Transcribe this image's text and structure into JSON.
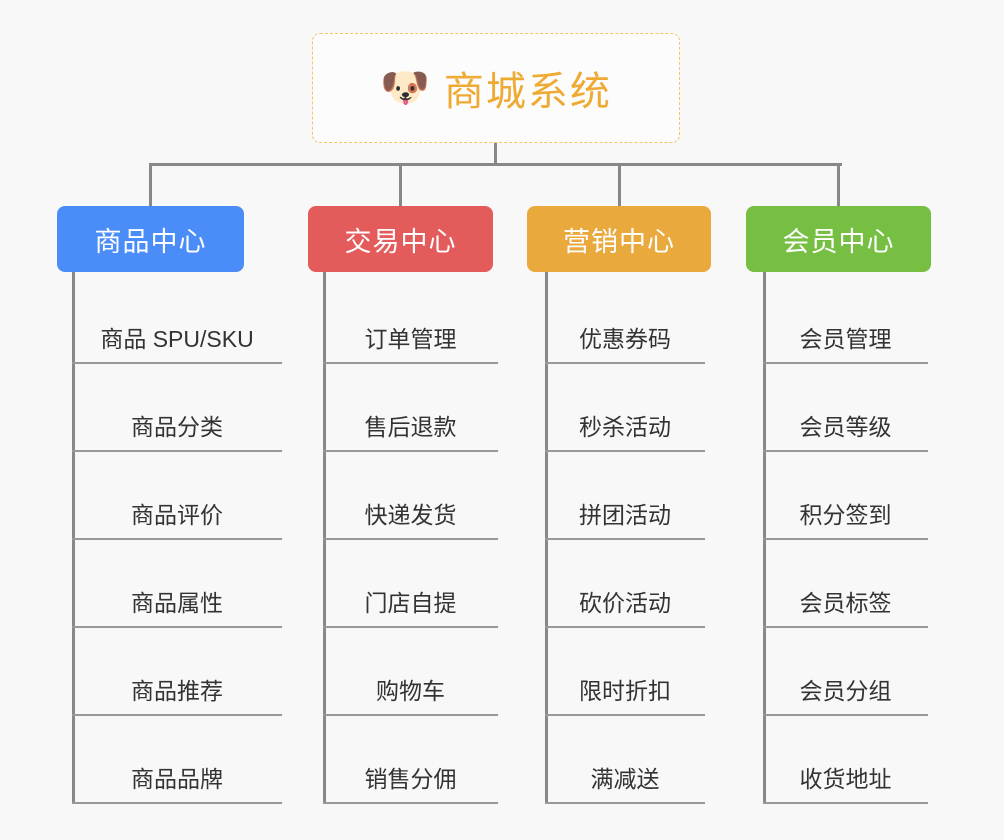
{
  "diagram": {
    "type": "organization-tree",
    "background_color": "#f8f8f8",
    "connector_color": "#888888",
    "root": {
      "icon": "shiba-dog-emoji",
      "icon_glyph": "🐶",
      "title": "商城系统",
      "text_color": "#eeaa33",
      "border_color": "#f5c461",
      "border_style": "dashed"
    },
    "categories": [
      {
        "name": "商品中心",
        "color": "#4b8df8",
        "items": [
          "商品 SPU/SKU",
          "商品分类",
          "商品评价",
          "商品属性",
          "商品推荐",
          "商品品牌"
        ]
      },
      {
        "name": "交易中心",
        "color": "#e35b5b",
        "items": [
          "订单管理",
          "售后退款",
          "快递发货",
          "门店自提",
          "购物车",
          "销售分佣"
        ]
      },
      {
        "name": "营销中心",
        "color": "#eaa93c",
        "items": [
          "优惠券码",
          "秒杀活动",
          "拼团活动",
          "砍价活动",
          "限时折扣",
          "满减送"
        ]
      },
      {
        "name": "会员中心",
        "color": "#76bf43",
        "items": [
          "会员管理",
          "会员等级",
          "积分签到",
          "会员标签",
          "会员分组",
          "收货地址"
        ]
      }
    ]
  }
}
